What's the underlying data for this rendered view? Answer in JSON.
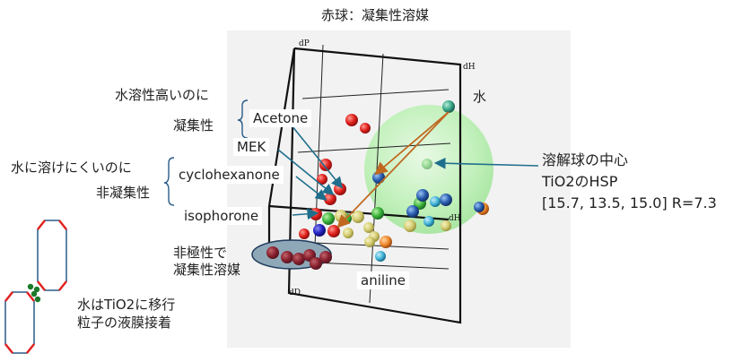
{
  "title": "赤球：凝集性溶媒",
  "plot": {
    "axis_dp": "dP",
    "axis_dh": "dH",
    "axis_dd": "dD"
  },
  "labels": {
    "water_kanji": "水",
    "acetone": "Acetone",
    "mek": "MEK",
    "cyclohexanone": "cyclohexanone",
    "isophorone": "isophorone",
    "aniline": "aniline"
  },
  "left_notes": {
    "note1": "水溶性高いのに",
    "note2": "凝集性",
    "note3": "水に溶けにくいのに",
    "note4": "非凝集性",
    "note5_line1": "非極性で",
    "note5_line2": "凝集性溶媒"
  },
  "right_notes": {
    "line1": "溶解球の中心",
    "line2": "TiO2のHSP",
    "line3": "[15.7, 13.5, 15.0] R=7.3"
  },
  "bottom_note": {
    "line1": "水はTiO2に移行",
    "line2": "粒子の液膜接着"
  },
  "colors": {
    "red": "#e0201c",
    "green": "#3cb43c",
    "yellow": "#d4cc70",
    "blue": "#2a5fb0",
    "cyan": "#44b6d8",
    "orange": "#f08a2a",
    "sphere": "#a8eaa0",
    "arrow_teal": "#1f6e8c",
    "arrow_brown": "#c06820"
  }
}
